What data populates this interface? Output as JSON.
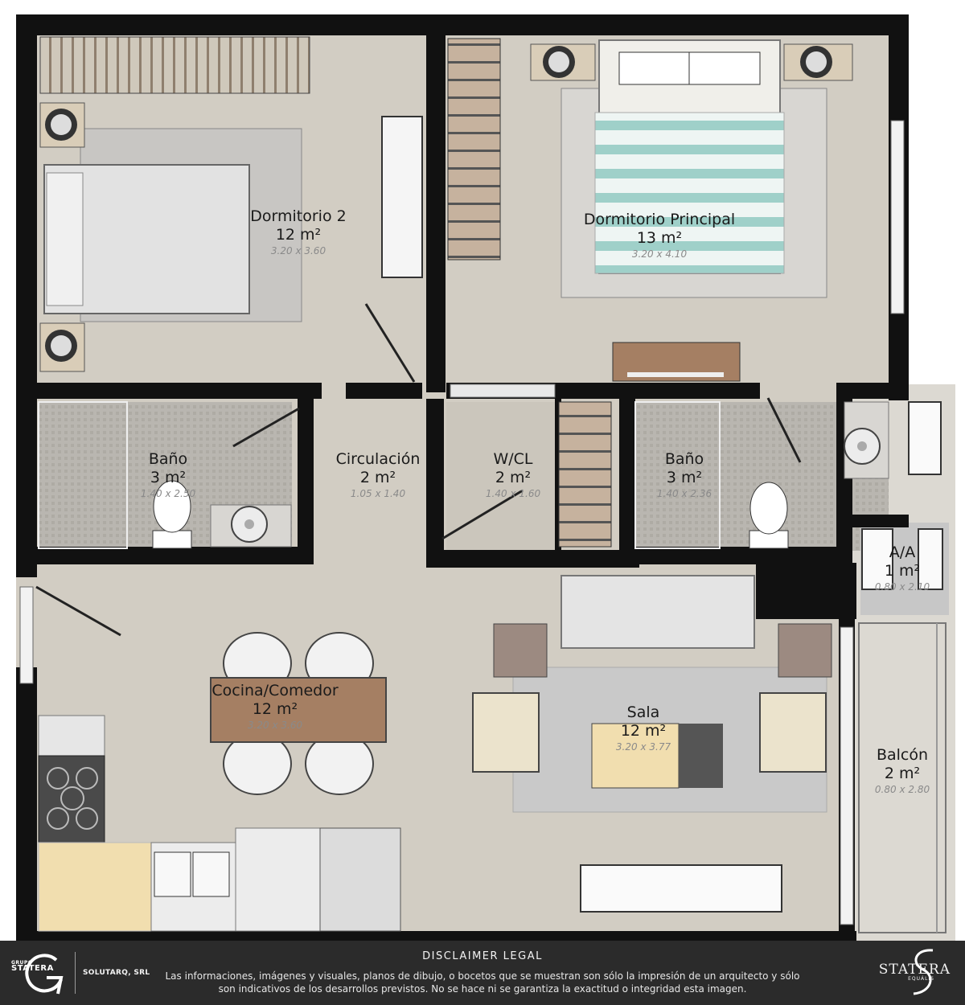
{
  "rooms": {
    "dormitorio2": {
      "name": "Dormitorio 2",
      "area": "12 m²",
      "dims": "3.20 x 3.60"
    },
    "principal": {
      "name": "Dormitorio Principal",
      "area": "13 m²",
      "dims": "3.20 x 4.10"
    },
    "bano1": {
      "name": "Baño",
      "area": "3 m²",
      "dims": "1.40 x 2.50"
    },
    "circulacion": {
      "name": "Circulación",
      "area": "2 m²",
      "dims": "1.05 x 1.40"
    },
    "wcl": {
      "name": "W/CL",
      "area": "2 m²",
      "dims": "1.40 x 1.60"
    },
    "bano2": {
      "name": "Baño",
      "area": "3 m²",
      "dims": "1.40 x 2.36"
    },
    "aa": {
      "name": "A/A",
      "area": "1 m²",
      "dims": "0.80 x 2.10"
    },
    "cocina": {
      "name": "Cocina/Comedor",
      "area": "12 m²",
      "dims": "3.20 x 3.60"
    },
    "sala": {
      "name": "Sala",
      "area": "12 m²",
      "dims": "3.20 x 3.77"
    },
    "balcon": {
      "name": "Balcón",
      "area": "2 m²",
      "dims": "0.80 x 2.80"
    }
  },
  "footer": {
    "brand_left_group": "GRUPO",
    "brand_left": "STATERA",
    "company": "SOLUTARQ, SRL",
    "title": "DISCLAIMER LEGAL",
    "text": "Las informaciones, imágenes y visuales, planos de dibujo, o bocetos que se muestran son sólo la impresión de un arquitecto y sólo son indicativos de los desarrollos previstos. No se hace ni se garantiza la exactitud o integridad esta imagen.",
    "brand_right": "STATERA",
    "brand_right_sub": "EQUÁLIS"
  },
  "colors": {
    "wall": "#111111",
    "floor": "#d2cdc3",
    "tile": "#b9b6b0",
    "wood": "#a57f63",
    "rug": "#c9c9c9",
    "footer": "#2b2b2b"
  }
}
